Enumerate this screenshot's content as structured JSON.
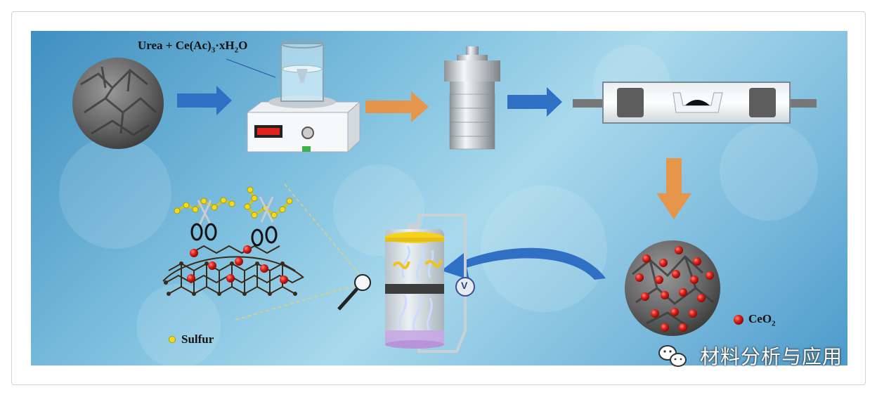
{
  "labels": {
    "precursor_prefix": "Urea + Ce(Ac)",
    "precursor_sub1": "3",
    "precursor_mid": "·xH",
    "precursor_sub2": "2",
    "precursor_suffix": "O",
    "sulfur": "Sulfur",
    "ceo2_prefix": "CeO",
    "ceo2_sub": "2",
    "voltmeter": "V"
  },
  "watermark": {
    "text": "材料分析与应用",
    "logo_icon": "wechat-icon"
  },
  "colors": {
    "blue_arrow": "#2f6fc4",
    "orange_arrow": "#f0903a",
    "ceo2_red": "#e0201c",
    "sulfur_yellow": "#f2dc1c",
    "sphere_gray": "#6b6b6b"
  }
}
